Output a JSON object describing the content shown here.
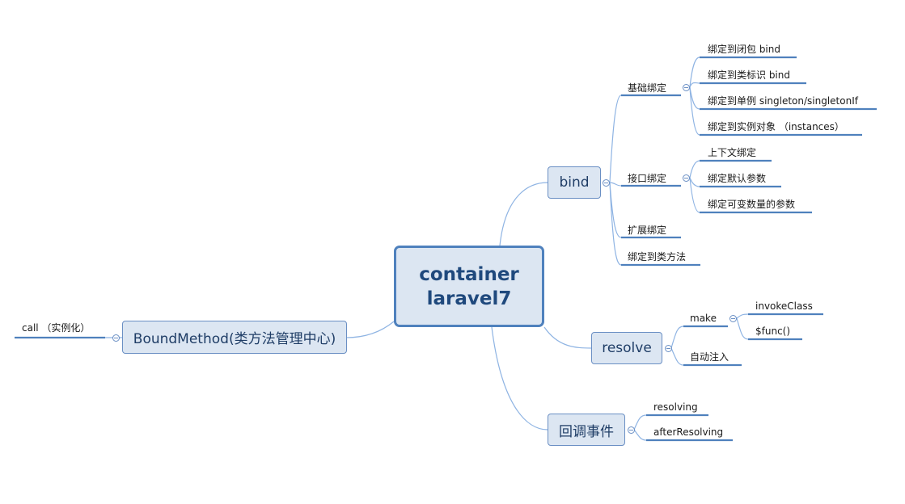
{
  "root": {
    "line1": "container",
    "line2": "laravel7"
  },
  "bind": {
    "label": "bind",
    "basic": {
      "label": "基础绑定",
      "items": [
        "绑定到闭包 bind",
        "绑定到类标识 bind",
        "绑定到单例 singleton/singletonIf",
        "绑定到实例对象 （instances）"
      ]
    },
    "interface": {
      "label": "接口绑定",
      "items": [
        "上下文绑定",
        "绑定默认参数",
        "绑定可变数量的参数"
      ]
    },
    "extend": "扩展绑定",
    "method": "绑定到类方法"
  },
  "resolve": {
    "label": "resolve",
    "make": {
      "label": "make",
      "items": [
        "invokeClass",
        "$func()"
      ]
    },
    "auto": "自动注入"
  },
  "callback": {
    "label": "回调事件",
    "items": [
      "resolving",
      "afterResolving"
    ]
  },
  "bound": {
    "label": "BoundMethod(类方法管理中心)",
    "call": "call （实例化）"
  },
  "colors": {
    "line": "#4f81bd",
    "node_fill": "#dce6f2",
    "node_border": "#4f81bd",
    "connector": "#8fb4e3"
  }
}
